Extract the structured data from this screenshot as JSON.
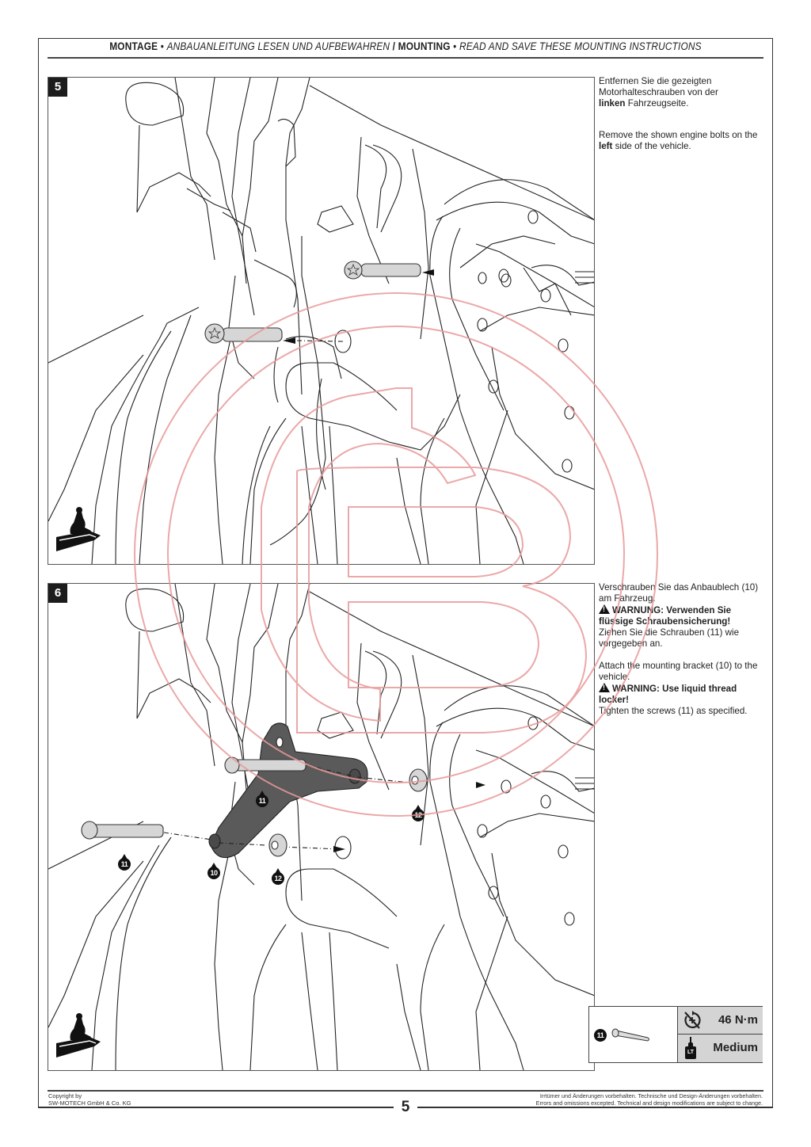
{
  "header": {
    "montage": "MONTAGE",
    "sep1": " • ",
    "montage_sub": "ANBAUANLEITUNG LESEN UND AUFBEWAHREN",
    "slash": " / ",
    "mounting": "MOUNTING",
    "sep2": " • ",
    "mounting_sub": "READ AND SAVE THESE MOUNTING INSTRUCTIONS"
  },
  "steps": [
    {
      "number": "5",
      "de": {
        "line1": "Entfernen Sie die gezeigten",
        "line2": "Motorhalteschrauben von der",
        "bold": "linken",
        "line3_rest": " Fahrzeugseite."
      },
      "en": {
        "pre": "Remove the shown engine bolts on the ",
        "bold": "left",
        "post": " side of the vehicle."
      }
    },
    {
      "number": "6",
      "de": {
        "text1": "Verschrauben Sie das Anbaublech (10) am Fahrzeug.",
        "warning": "WARNUNG: Verwenden Sie flüssige Schraubensicherung!",
        "text2": "Ziehen Sie die Schrauben (11) wie vorgegeben an."
      },
      "en": {
        "text1": "Attach the mounting bracket (10) to the vehicle.",
        "warning": "WARNING: Use liquid thread locker!",
        "text2": "Tighten the screws (11) as specified."
      },
      "callouts": [
        "11",
        "11",
        "10",
        "12",
        "12"
      ]
    }
  ],
  "torque_spec": {
    "part_number": "11",
    "torque": "46 N·m",
    "threadlocker_label": "LT",
    "threadlocker": "Medium"
  },
  "footer": {
    "copyright_line1": "Copyright by",
    "copyright_line2": "SW-MOTECH GmbH & Co. KG",
    "disclaimer_de": "Irrtümer und Änderungen vorbehalten. Technische und Design-Änderungen vorbehalten.",
    "disclaimer_en": "Errors and omissions excepted. Technical and design modifications are subject to change.",
    "page_number": "5"
  },
  "colors": {
    "watermark": "#e8a0a0",
    "bracket": "#5a5a5a",
    "bolt": "#d0d0d0",
    "spec_bg": "#d4d4d4"
  }
}
